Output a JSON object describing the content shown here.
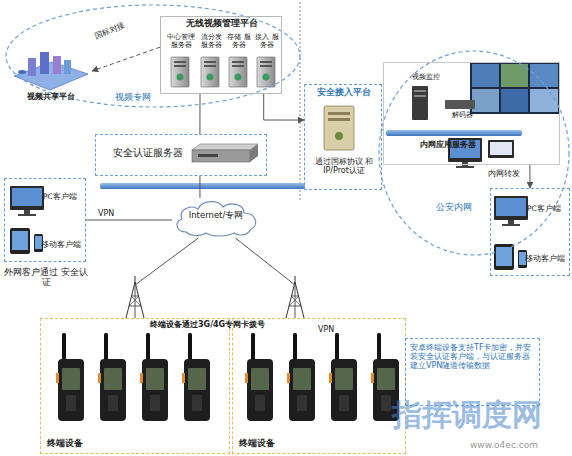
{
  "diagram": {
    "nodes": [
      {
        "text": [
          "视频专网"
        ]
      },
      {
        "text": [
          "视频共享平台"
        ],
        "in": 0
      },
      {
        "text": [
          "无线视频管理平台"
        ],
        "in": 0
      },
      {
        "text": [
          "中心管理 服务器"
        ],
        "in": 2
      },
      {
        "text": [
          "流分发 服务器"
        ],
        "in": 2
      },
      {
        "text": [
          "存储 服务器"
        ],
        "in": 2
      },
      {
        "text": [
          "接入 服务器"
        ],
        "in": 2
      },
      {
        "text": [
          "安全接入平台",
          "通过国标协议 和IP/Prot认证"
        ]
      },
      {
        "text": [
          "公安内网"
        ]
      },
      {
        "text": [
          "视频监控",
          "解码器",
          "内网应用服务器"
        ],
        "in": 8
      },
      {
        "text": [
          "安全认证服务器"
        ]
      },
      {
        "text": [
          "PC客户端",
          "移动客户端",
          "外网客户通过 安全认证"
        ]
      },
      {
        "text": [
          "Internet/专网"
        ]
      },
      {
        "text": [
          "PC客户端",
          "移动客户端"
        ]
      },
      {
        "text": [
          "终端设备"
        ]
      },
      {
        "text": [
          "终端设备"
        ]
      },
      {
        "text": [
          "安卓终端设备支持TF卡加密，并安装安全认证客户端，与认证服务器建立VPN隧道传输数据"
        ]
      }
    ],
    "edges": [
      {
        "from": 2,
        "to": 1,
        "arrow": "to",
        "label": "国标对接"
      },
      {
        "from": 2,
        "to": 10,
        "arrow": "none"
      },
      {
        "from": 2,
        "to": 7,
        "arrow": "to"
      },
      {
        "from": 7,
        "to": 9,
        "arrow": "none"
      },
      {
        "from": 10,
        "to": 12,
        "arrow": "none"
      },
      {
        "from": 11,
        "to": 12,
        "arrow": "none",
        "label": "VPN"
      },
      {
        "from": 12,
        "to": 14,
        "arrow": "none"
      },
      {
        "from": 12,
        "to": 15,
        "arrow": "none",
        "label": "VPN"
      },
      {
        "from": 9,
        "to": 13,
        "arrow": "to",
        "label": "内网转发"
      }
    ],
    "labels": [
      "终端设备通过3G/4G专网卡拨号",
      "指挥调度网",
      "www.o4ec.com"
    ]
  }
}
